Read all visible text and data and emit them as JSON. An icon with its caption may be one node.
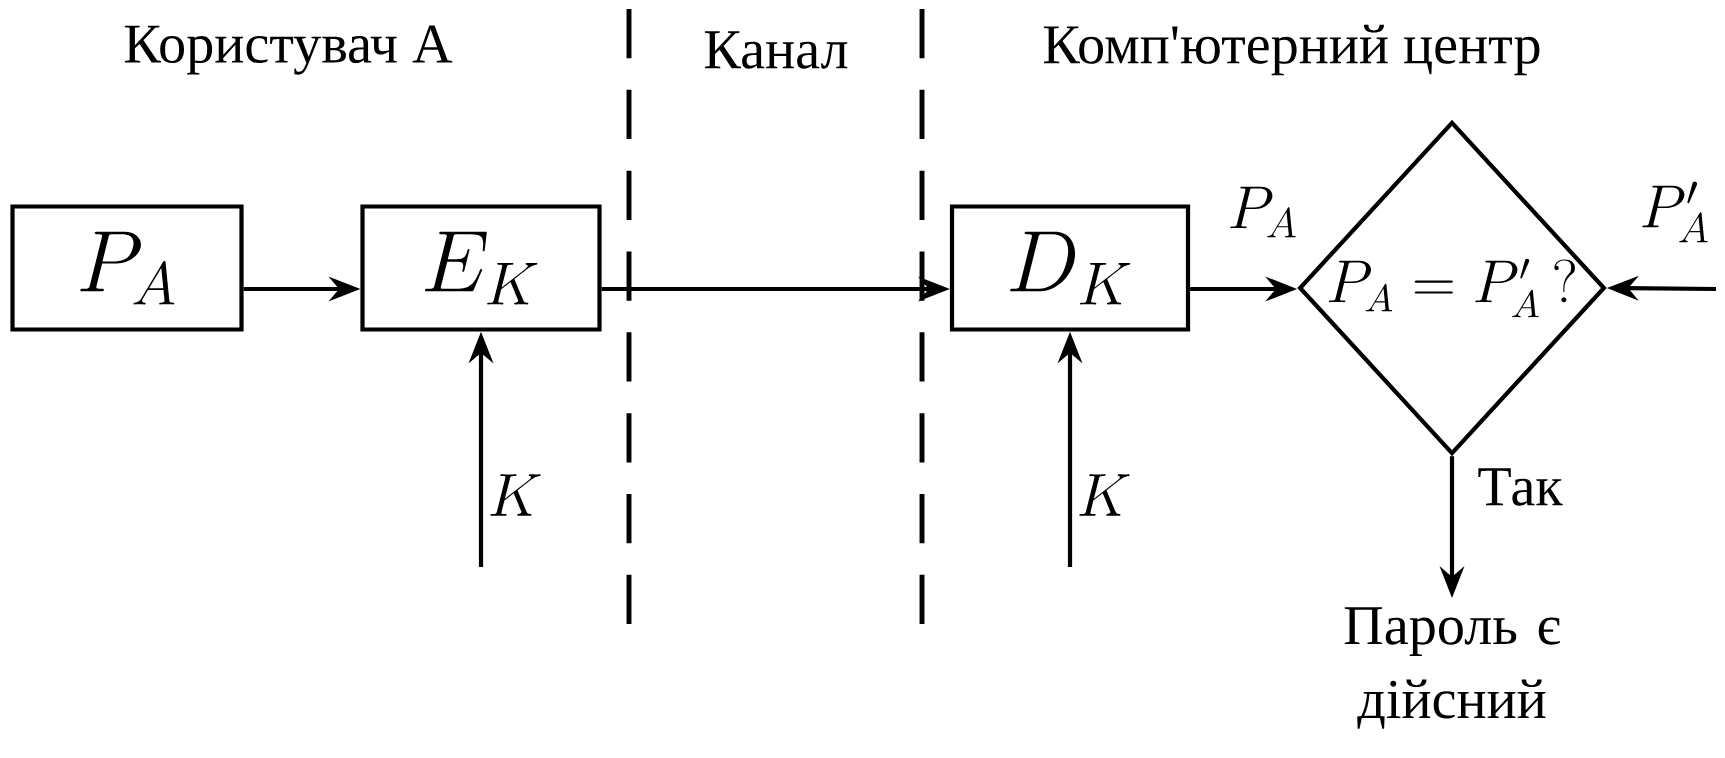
{
  "diagram": {
    "nodes": [
      {
        "text": [
          "P_A"
        ]
      },
      {
        "text": [
          "E_K"
        ]
      },
      {
        "text": [
          "D_K"
        ]
      },
      {
        "text": [
          "P_A = P'_A\\,?"
        ]
      },
      {
        "text": [
          "Пароль є дійсний"
        ]
      }
    ],
    "edges": [
      {
        "from": 0,
        "to": 1,
        "arrow": "to"
      },
      {
        "from": 1,
        "to": 2,
        "arrow": "to"
      },
      {
        "from": null,
        "to": 1,
        "arrow": "to",
        "label": "K"
      },
      {
        "from": 2,
        "to": 3,
        "arrow": "to",
        "label": "P_A"
      },
      {
        "from": null,
        "to": 2,
        "arrow": "to",
        "label": "K"
      },
      {
        "from": null,
        "to": 3,
        "arrow": "to",
        "label": "P'_A"
      },
      {
        "from": 3,
        "to": 4,
        "arrow": "to",
        "label": "Так"
      }
    ],
    "labels": [
      "Користувач А",
      "Канал",
      "Комп'ютерний центр"
    ]
  }
}
